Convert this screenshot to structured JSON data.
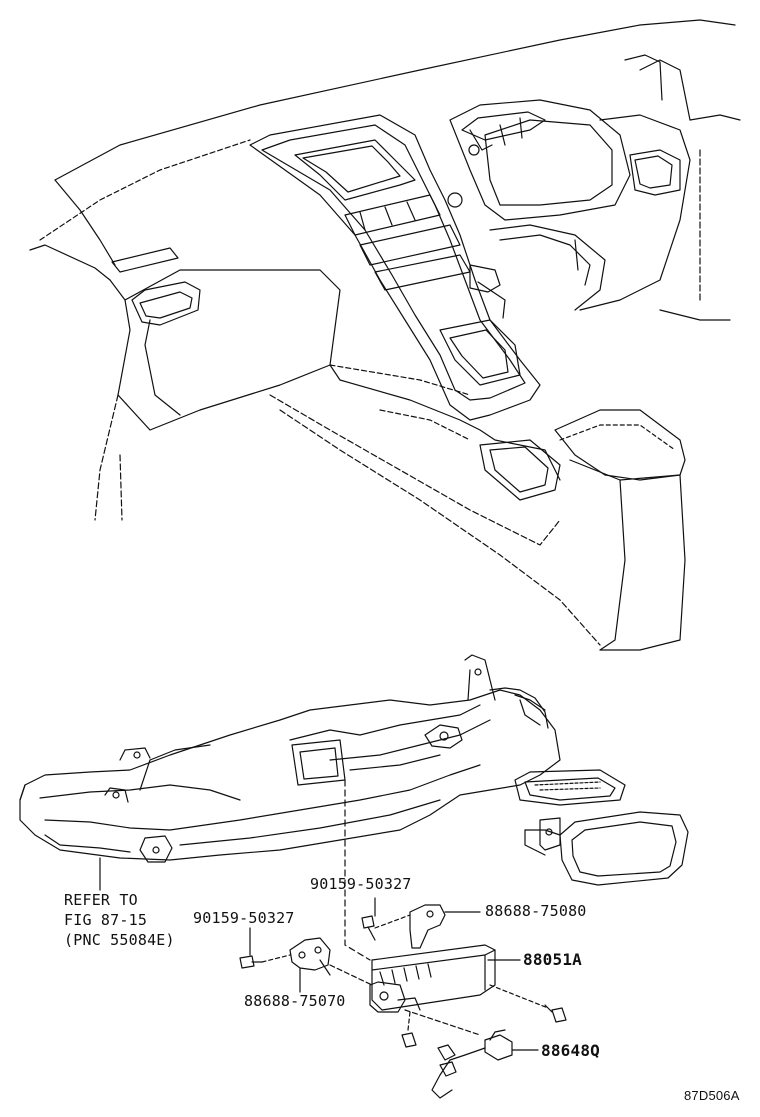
{
  "callouts": {
    "refer_line1": "REFER TO",
    "refer_line2": "FIG 87-15",
    "refer_line3": "(PNC 55084E)",
    "bolt_left": "90159-50327",
    "bolt_right": "90159-50327",
    "bracket_right": "88688-75080",
    "bracket_left": "88688-75070",
    "module": "88051A",
    "sensor": "88648Q"
  },
  "figure_code": "87D506A",
  "colors": {
    "ink": "#111111",
    "paper": "#ffffff"
  }
}
